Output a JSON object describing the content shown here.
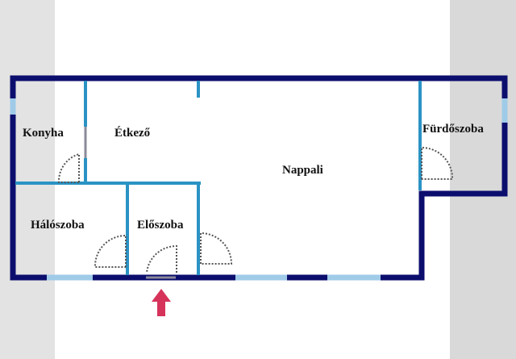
{
  "floor_plan": {
    "rooms": [
      {
        "id": "konyha",
        "label": "Konyha"
      },
      {
        "id": "etkezo",
        "label": "Étkező"
      },
      {
        "id": "nappali",
        "label": "Nappali"
      },
      {
        "id": "furdoszoba",
        "label": "Fürdőszoba"
      },
      {
        "id": "haloszoba",
        "label": "Hálószoba"
      },
      {
        "id": "eloszoba",
        "label": "Előszoba"
      }
    ],
    "colors": {
      "outer_wall": "#0c0e6e",
      "inner_wall": "#2b93c4",
      "window": "#9fcbe8",
      "entrance_arrow": "#d6335a"
    },
    "entrance_icon": "arrow-up-icon"
  }
}
